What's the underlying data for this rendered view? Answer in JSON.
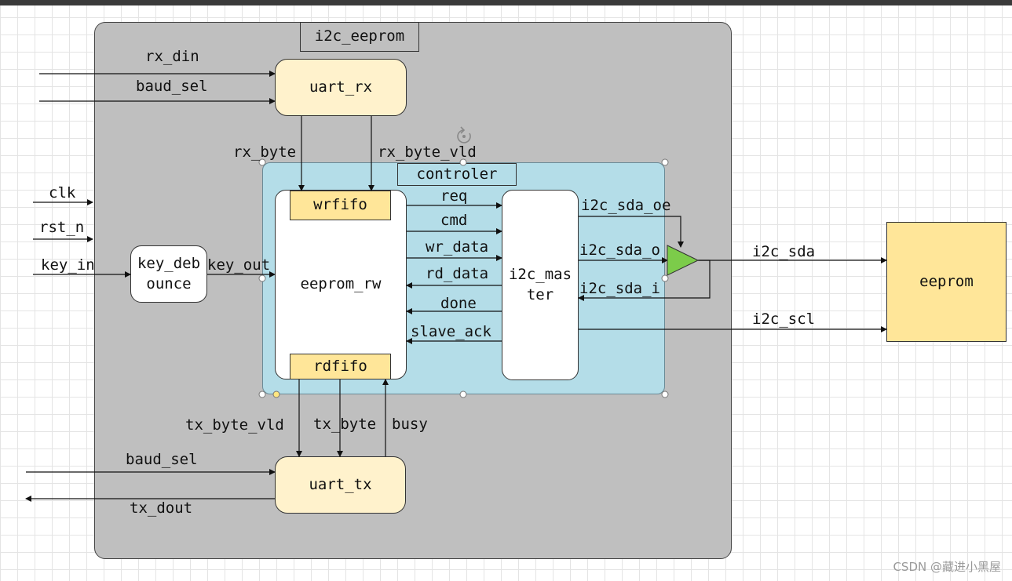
{
  "blocks": {
    "top_module": "i2c_eeprom",
    "uart_rx": "uart_rx",
    "uart_tx": "uart_tx",
    "controller": "controler",
    "key_debounce_line1": "key_deb",
    "key_debounce_line2": "ounce",
    "eeprom_rw": "eeprom_rw",
    "wrfifo": "wrfifo",
    "rdfifo": "rdfifo",
    "i2c_master_line1": "i2c_mas",
    "i2c_master_line2": "ter",
    "eeprom": "eeprom"
  },
  "signals": {
    "rx_din": "rx_din",
    "baud_sel_rx": "baud_sel",
    "clk": "clk",
    "rst_n": "rst_n",
    "key_in": "key_in",
    "key_out": "key_out",
    "rx_byte": "rx_byte",
    "rx_byte_vld": "rx_byte_vld",
    "req": "req",
    "cmd": "cmd",
    "wr_data": "wr_data",
    "rd_data": "rd_data",
    "done": "done",
    "slave_ack": "slave_ack",
    "i2c_sda_oe": "i2c_sda_oe",
    "i2c_sda_o": "i2c_sda_o",
    "i2c_sda_i": "i2c_sda_i",
    "i2c_sda": "i2c_sda",
    "i2c_scl": "i2c_scl",
    "tx_byte_vld": "tx_byte_vld",
    "tx_byte": "tx_byte",
    "busy": "busy",
    "baud_sel_tx": "baud_sel",
    "tx_dout": "tx_dout"
  },
  "watermark": "CSDN @藏进小黑屋",
  "colors": {
    "outer_fill": "#bfbfbf",
    "controller_fill": "#b4dde8",
    "uart_fill": "#fff2cc",
    "fifo_fill": "#ffe699",
    "eeprom_fill": "#ffe699",
    "buffer_fill": "#7ccc4a"
  }
}
